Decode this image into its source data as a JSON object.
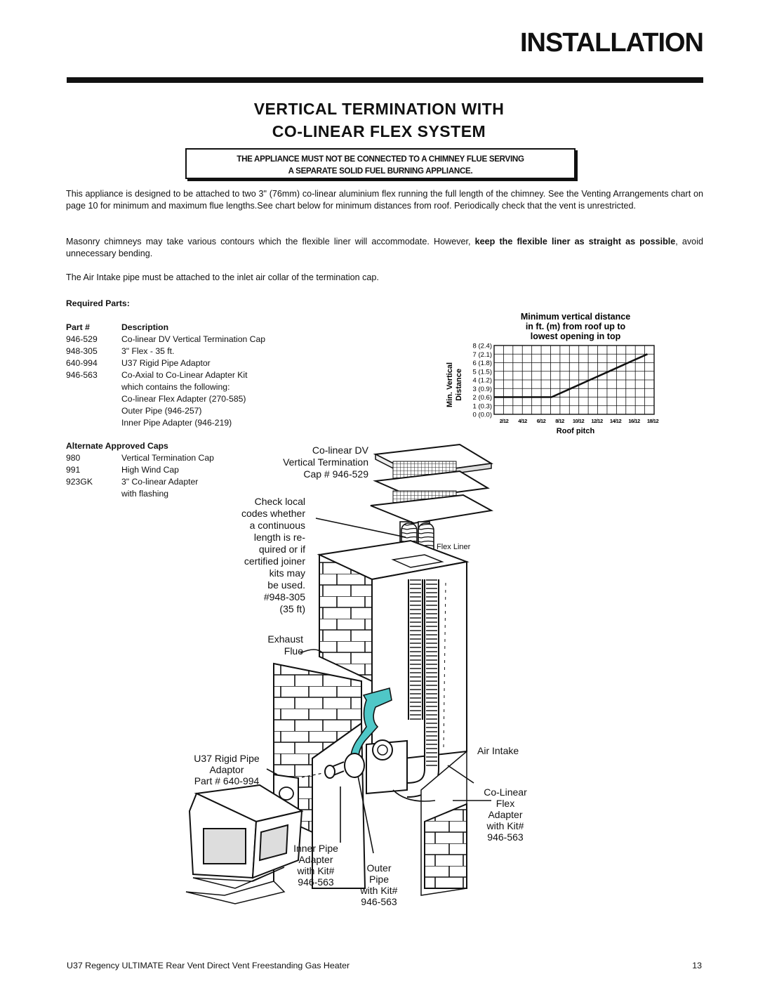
{
  "header": {
    "title": "INSTALLATION"
  },
  "section": {
    "title_line1": "VERTICAL TERMINATION WITH",
    "title_line2": "CO-LINEAR FLEX SYSTEM"
  },
  "warning": {
    "line1": "THE APPLIANCE MUST NOT BE CONNECTED TO A CHIMNEY FLUE SERVING",
    "line2": "A SEPARATE SOLID FUEL BURNING APPLIANCE."
  },
  "paragraphs": {
    "p1": "This appliance is designed to be attached to two 3\" (76mm) co-linear aluminium flex running the full length of the chimney. See the Venting Arrangements chart on page 10 for minimum and maximum  flue lengths.See chart  below for minimum distances from roof. Periodically check that the vent is unrestricted.",
    "p2_pre": "Masonry chimneys may take various contours which the flexible liner will accommodate. However, ",
    "p2_bold1": "keep the flexible liner as straight as possible",
    "p2_post": ", avoid  unnecessary  bending.",
    "p3": "The Air Intake pipe must  be attached to the inlet air collar of the termination cap."
  },
  "required_parts": {
    "heading": "Required  Parts:",
    "col_part": "Part #",
    "col_desc": "Description",
    "rows": [
      {
        "part": "946-529",
        "desc": "Co-linear DV Vertical Termination Cap"
      },
      {
        "part": "948-305",
        "desc": "3\" Flex - 35 ft."
      },
      {
        "part": "640-994",
        "desc": "U37 Rigid Pipe Adaptor"
      },
      {
        "part": "946-563",
        "desc": "Co-Axial to Co-Linear Adapter Kit"
      },
      {
        "part": "",
        "desc": "which  contains  the  following:"
      },
      {
        "part": "",
        "desc": "Co-linear Flex Adapter (270-585)"
      },
      {
        "part": "",
        "desc": "Outer Pipe (946-257)"
      },
      {
        "part": "",
        "desc": "Inner Pipe Adapter (946-219)"
      }
    ]
  },
  "alternate_caps": {
    "heading": "Alternate  Approved  Caps",
    "rows": [
      {
        "part": "980",
        "desc": "Vertical Termination Cap"
      },
      {
        "part": "991",
        "desc": "High Wind Cap"
      },
      {
        "part": "923GK",
        "desc": "3\" Co-linear Adapter"
      },
      {
        "part": "",
        "desc": "with  flashing"
      }
    ]
  },
  "chart_data": {
    "type": "line",
    "title": "Minimum vertical distance in ft. (m) from roof up to lowest opening in top",
    "title_lines": [
      "Minimum vertical distance",
      "in ft. (m) from roof up to",
      "lowest opening in top"
    ],
    "ylabel_line1": "Min. Vertical",
    "ylabel_line2": "Distance",
    "xlabel": "Roof pitch",
    "y_ticks": [
      "0  (0.0)",
      "1  (0.3)",
      "2  (0.6)",
      "3  (0.9)",
      "4  (1.2)",
      "5  (1.5)",
      "6  (1.8)",
      "7  (2.1)",
      "8  (2.4)"
    ],
    "x_ticks": [
      "2/12",
      "4/12",
      "6/12",
      "8/12",
      "10/12",
      "12/12",
      "14/12",
      "16/12",
      "18/12"
    ],
    "ylim": [
      0,
      8
    ],
    "grid": true,
    "series": [
      {
        "x": [
          0,
          1,
          2,
          3,
          4,
          5,
          6,
          7,
          8
        ],
        "values": [
          2,
          2,
          2,
          2,
          3,
          4,
          5,
          6,
          7
        ]
      }
    ]
  },
  "diagram": {
    "cap_label": [
      "Co-linear DV",
      "Vertical Termination",
      "Cap # 946-529"
    ],
    "codes_note": [
      "Check local",
      "codes whether",
      "a continuous",
      "length is re-",
      "quired or if",
      "certified joiner",
      "kits may",
      "be used.",
      "#948-305",
      "(35 ft)"
    ],
    "flex_liner": "Flex Liner",
    "exhaust_flue": [
      "Exhaust",
      "Flue"
    ],
    "air_intake": "Air Intake",
    "rigid_pipe": [
      "U37 Rigid Pipe",
      "Adaptor",
      "Part # 640-994"
    ],
    "colinear_adapter": [
      "Co-Linear",
      "Flex",
      "Adapter",
      "with Kit#",
      "946-563"
    ],
    "inner_pipe": [
      "Inner Pipe",
      "Adapter",
      "with Kit#",
      "946-563"
    ],
    "outer_pipe": [
      "Outer",
      "Pipe",
      "with Kit#",
      "946-563"
    ],
    "accent_color": "#4fc7c7"
  },
  "footer": {
    "text": "U37 Regency ULTIMATE Rear Vent Direct Vent Freestanding Gas Heater",
    "page": "13"
  }
}
